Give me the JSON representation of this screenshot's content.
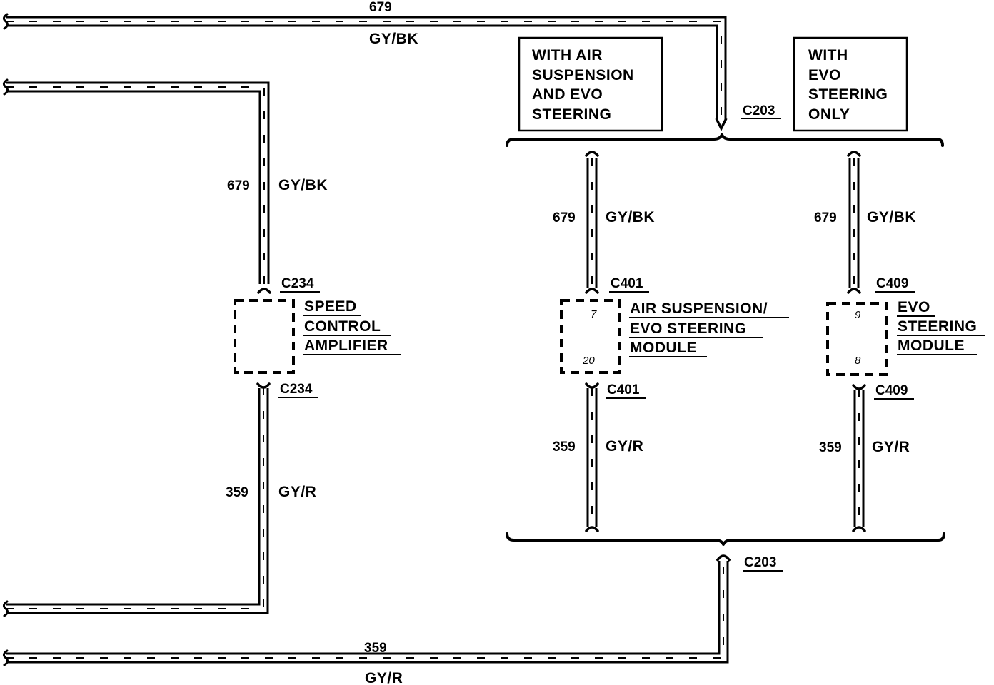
{
  "circuits": {
    "gybk": {
      "number": "679",
      "color": "GY/BK"
    },
    "gyr": {
      "number": "359",
      "color": "GY/R"
    }
  },
  "connectors": {
    "c203_top": "C203",
    "c203_bottom": "C203",
    "c234_top": "C234",
    "c234_bottom": "C234",
    "c401_top": "C401",
    "c401_bottom": "C401",
    "c409_top": "C409",
    "c409_bottom": "C409"
  },
  "notes": {
    "air_evo": [
      "WITH AIR",
      "SUSPENSION",
      "AND EVO",
      "STEERING"
    ],
    "evo_only": [
      "WITH",
      "EVO",
      "STEERING",
      "ONLY"
    ]
  },
  "components": {
    "speed_control_amplifier": {
      "lines": [
        "SPEED",
        "CONTROL",
        "AMPLIFIER"
      ]
    },
    "air_evo_module": {
      "lines": [
        "AIR SUSPENSION/",
        "EVO STEERING",
        "MODULE"
      ],
      "pin_top": "7",
      "pin_bottom": "20"
    },
    "evo_module": {
      "lines": [
        "EVO",
        "STEERING",
        "MODULE"
      ],
      "pin_top": "9",
      "pin_bottom": "8"
    }
  }
}
